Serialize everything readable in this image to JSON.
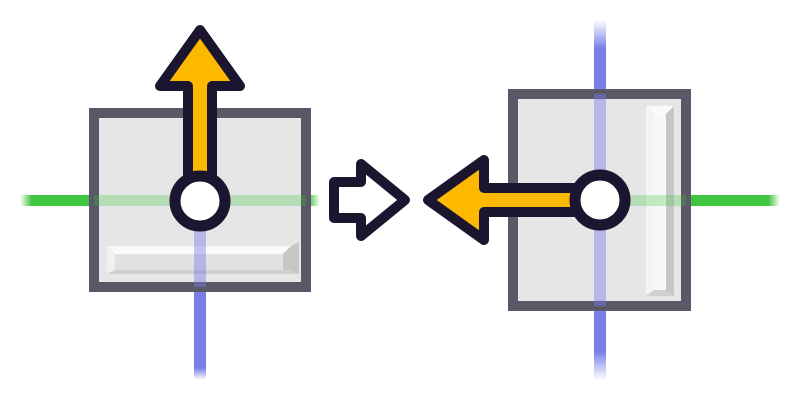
{
  "colors": {
    "background": "#ffffff",
    "x_axis": "#3ec43e",
    "y_axis": "#7a7ee8",
    "box_fill": "#e6e6e6",
    "box_stroke": "#5a5766",
    "bevel_light": "#fafafa",
    "bevel_dark": "#c6c6c6",
    "arrow_fill": "#fcb900",
    "outline": "#1c1530",
    "pivot_fill": "#ffffff",
    "transition_arrow_fill": "#ffffff"
  },
  "left_diagram": {
    "label": "",
    "arrow_direction": "up",
    "handle_position": "bottom",
    "icons": [
      "box-icon",
      "up-arrow-icon",
      "pivot-icon"
    ]
  },
  "transition": {
    "icon": "right-arrow-icon"
  },
  "right_diagram": {
    "label": "",
    "arrow_direction": "left",
    "handle_position": "right",
    "icons": [
      "box-icon",
      "left-arrow-icon",
      "pivot-icon"
    ]
  }
}
